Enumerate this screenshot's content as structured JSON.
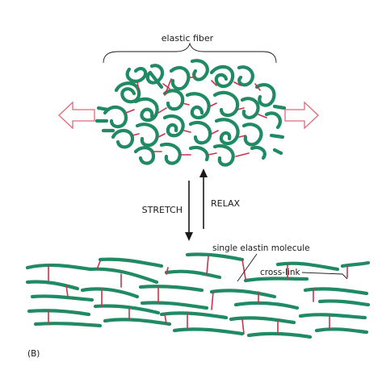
{
  "labels": {
    "elastic_fiber": "elastic fiber",
    "stretch": "STRETCH",
    "relax": "RELAX",
    "single_elastin_molecule": "single elastin molecule",
    "cross_link": "cross-link",
    "panel": "(B)"
  },
  "colors": {
    "fiber": "#1f8a64",
    "cross_link": "#c8344a",
    "pull_arrow": "#e06a78",
    "text": "#1a1a1a"
  },
  "icons": {
    "left_pull": "arrow-left-outline-icon",
    "right_pull": "arrow-right-outline-icon",
    "stretch_arrow": "arrow-down-icon",
    "relax_arrow": "arrow-up-icon"
  }
}
